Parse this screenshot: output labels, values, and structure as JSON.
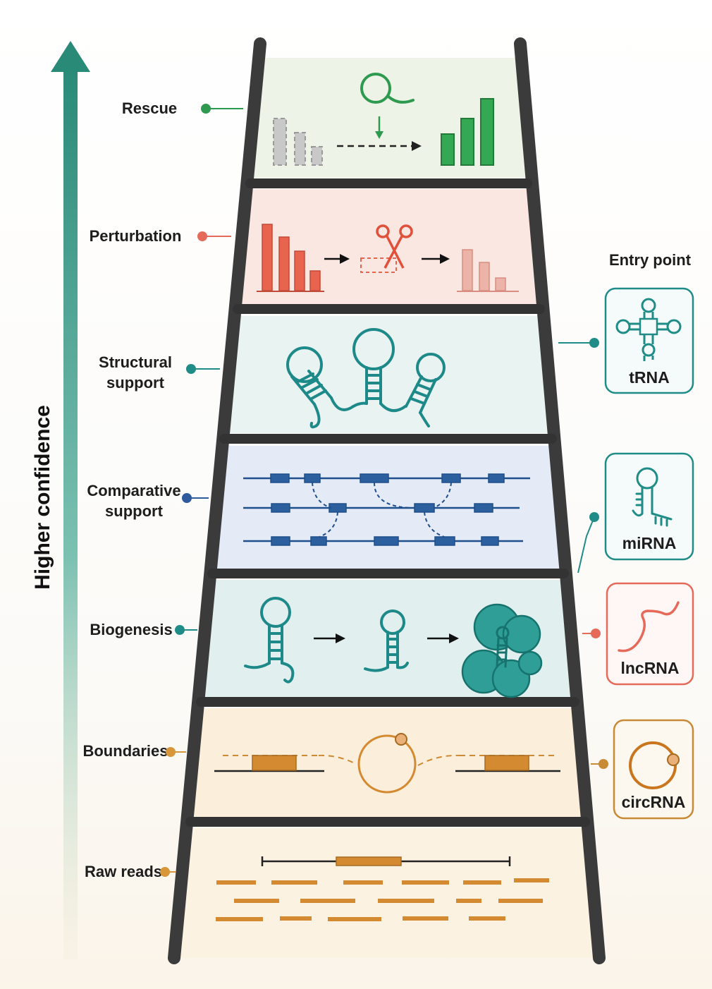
{
  "axis": {
    "label": "Higher confidence"
  },
  "ladder_rungs": [
    {
      "label_lines": [
        "Rescue"
      ],
      "color": "#2e9a4f"
    },
    {
      "label_lines": [
        "Perturbation"
      ],
      "color": "#e56a5a"
    },
    {
      "label_lines": [
        "Structural",
        "support"
      ],
      "color": "#1f8c88"
    },
    {
      "label_lines": [
        "Comparative",
        "support"
      ],
      "color": "#2f5a9e"
    },
    {
      "label_lines": [
        "Biogenesis"
      ],
      "color": "#1f8c88"
    },
    {
      "label_lines": [
        "Boundaries"
      ],
      "color": "#d8963a"
    },
    {
      "label_lines": [
        "Raw reads"
      ],
      "color": "#d8963a"
    }
  ],
  "entry_point": {
    "title": "Entry point",
    "cards": [
      {
        "label": "tRNA",
        "color": "#1f8c88",
        "icon": "trna-cloverleaf-icon"
      },
      {
        "label": "miRNA",
        "color": "#1f8c88",
        "icon": "mirna-hairpin-icon"
      },
      {
        "label": "lncRNA",
        "color": "#e56a5a",
        "icon": "lncrna-squiggle-icon"
      },
      {
        "label": "circRNA",
        "color": "#c98a35",
        "icon": "circrna-circle-icon"
      }
    ]
  }
}
